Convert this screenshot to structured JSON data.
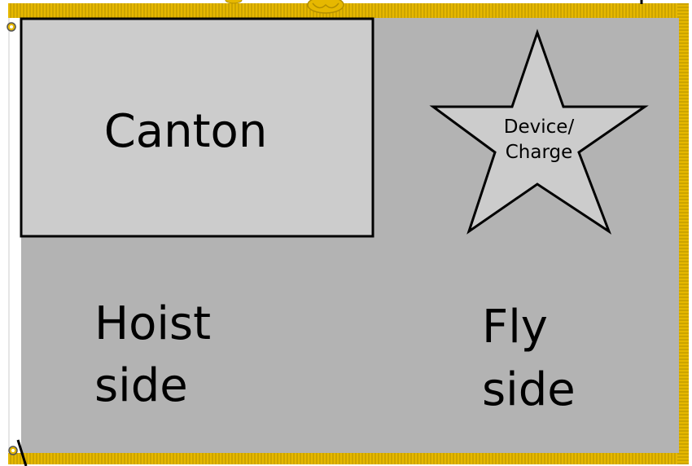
{
  "diagram": {
    "labels": {
      "canton": "Canton",
      "device_line1": "Device/",
      "device_line2": "Charge",
      "hoist_line1": "Hoist",
      "hoist_line2": "side",
      "fly_line1": "Fly",
      "fly_line2": "side"
    },
    "colors": {
      "field": "#b3b3b3",
      "canton": "#cccccc",
      "star": "#cccccc",
      "fringe": "#e6b800",
      "fringe_dark": "#b38f00",
      "outline": "#000000",
      "background": "#ffffff"
    }
  }
}
